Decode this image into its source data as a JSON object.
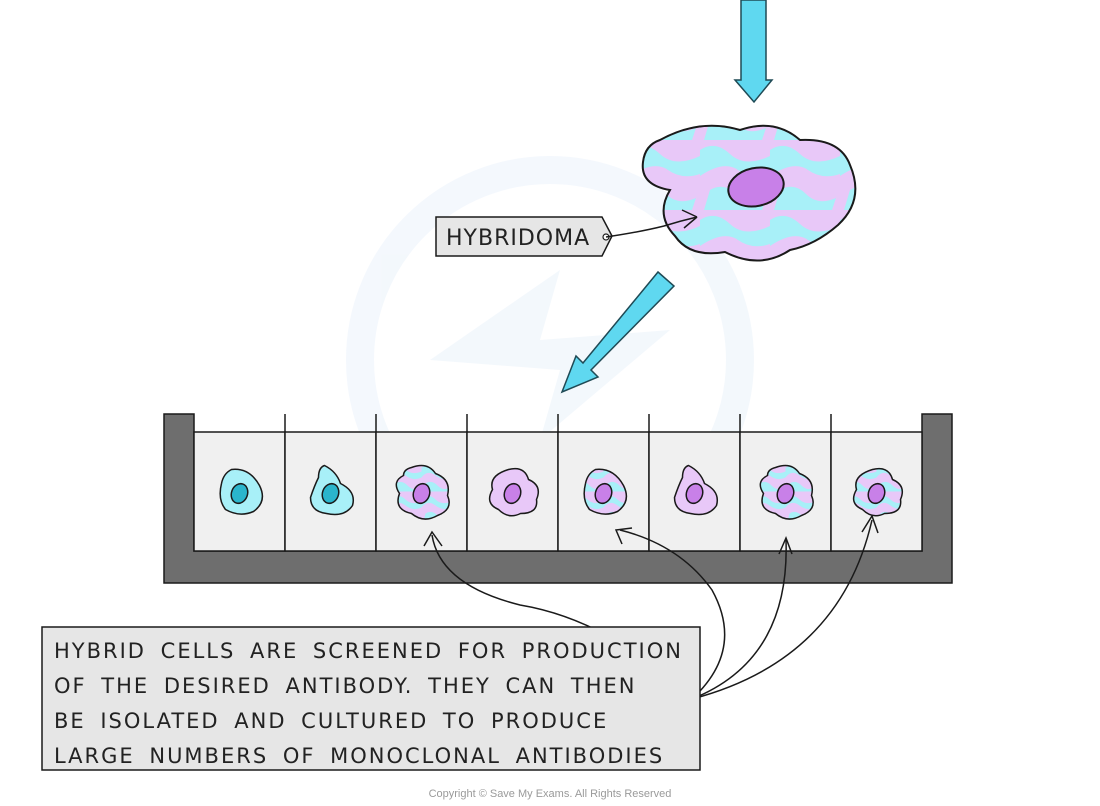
{
  "hybridoma_label": "HYBRIDOMA",
  "caption": {
    "lines": [
      "HYBRID CELLS ARE SCREENED FOR PRODUCTION",
      "OF THE DESIRED ANTIBODY. THEY CAN THEN",
      "BE ISOLATED AND CULTURED TO PRODUCE",
      "LARGE NUMBERS OF MONOCLONAL ANTIBODIES"
    ]
  },
  "copyright": "Copyright © Save My Exams. All Rights Reserved",
  "wells": [
    {
      "cell": "cyan"
    },
    {
      "cell": "cyan"
    },
    {
      "cell": "hybrid"
    },
    {
      "cell": "purple"
    },
    {
      "cell": "hybrid"
    },
    {
      "cell": "purple"
    },
    {
      "cell": "hybrid"
    },
    {
      "cell": "hybrid"
    }
  ],
  "colors": {
    "arrow": "#5fd8f0",
    "cyan_cell": "#a8f0f8",
    "purple_cell": "#e8c8f8",
    "nucleus_cyan": "#2ab5cc",
    "nucleus_purple": "#c880e8",
    "tray": "#6e6e6e",
    "well": "#f0f0f0",
    "label_box": "#e6e6e6"
  }
}
